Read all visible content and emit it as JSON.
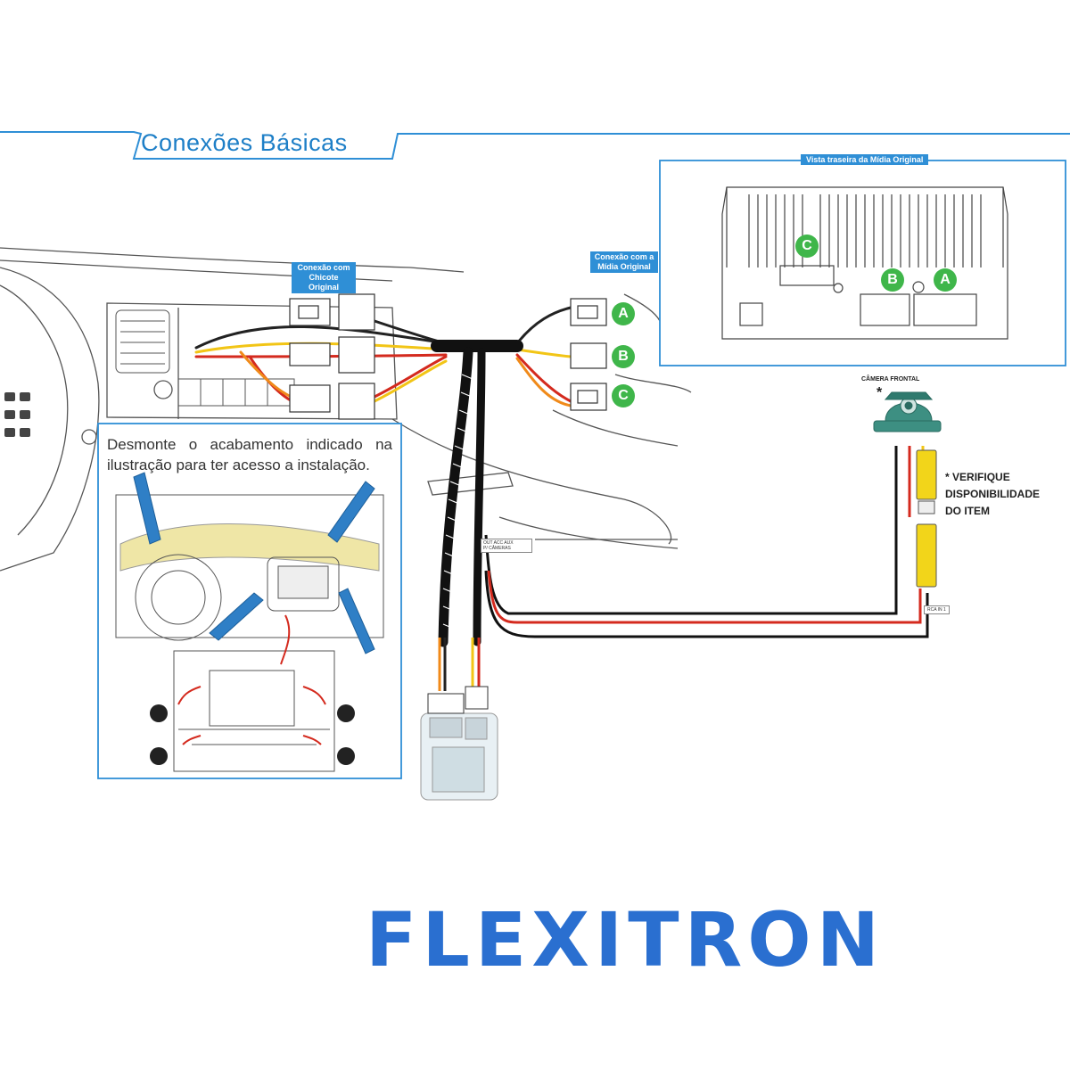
{
  "title": "Conexões Básicas",
  "callouts": {
    "chicote": "Conexão com\nChicote Original",
    "midia_conn": "Conexão com a\nMídia Original",
    "rear_view": "Vista traseira da Mídia Original",
    "camera": "CÂMERA FRONTAL",
    "out_cable": "OUT ACC AUX\nP/ CÂMERAS",
    "rca_cable": "RCA IN 1"
  },
  "connector_badges": [
    "A",
    "B",
    "C"
  ],
  "rear_badges": [
    "C",
    "B",
    "A"
  ],
  "instruction": "Desmonte o acabamento indicado na ilustração para ter acesso a instalação.",
  "verify_note": {
    "asterisk": "*",
    "lines": [
      "VERIFIQUE",
      "DISPONIBILIDADE",
      "DO ITEM"
    ]
  },
  "brand": "FLEXITRON",
  "colors": {
    "frame_blue": "#2f8fd6",
    "badge_green": "#3fb64a",
    "wire_red": "#d42a1e",
    "wire_yellow": "#f2c516",
    "wire_orange": "#f08a1a",
    "camera_teal": "#3d8f82",
    "brand_blue": "#2a6fd0"
  }
}
